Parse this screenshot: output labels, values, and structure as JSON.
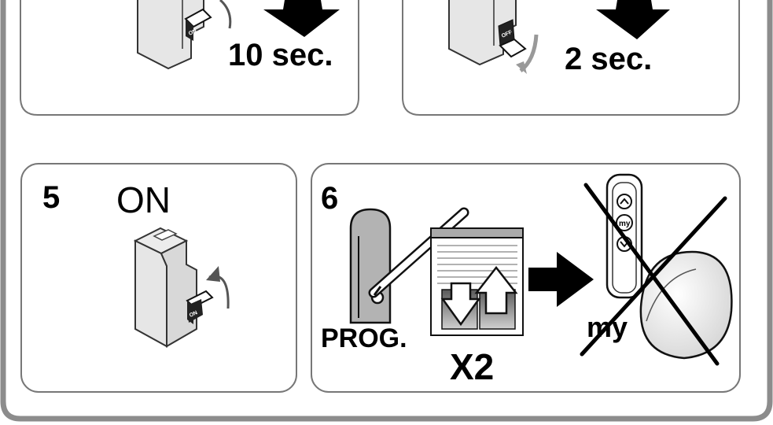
{
  "panels": {
    "top_left": {
      "time": "10 sec.",
      "switch_label": "ON"
    },
    "top_right": {
      "time": "2 sec.",
      "switch_label": "OFF"
    },
    "panel5": {
      "number": "5",
      "title": "ON",
      "switch_label": "ON"
    },
    "panel6": {
      "number": "6",
      "prog_label": "PROG.",
      "repeat_label": "X2",
      "my_label": "my",
      "remote_button_label": "my"
    }
  },
  "colors": {
    "frame": "#8c8c8c",
    "panel_border": "#777777",
    "switch_fill": "#e6e6e6",
    "dark_fill": "#222222"
  }
}
